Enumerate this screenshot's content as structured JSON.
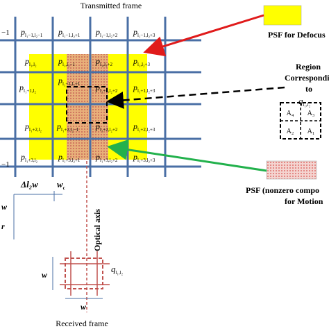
{
  "frames": {
    "transmitted": "Transmitted frame",
    "received": "Received frame"
  },
  "legend": {
    "defocus": "PSF for Defocus",
    "motion_line1": "PSF (nonzero compo",
    "motion_line2": "for Motion"
  },
  "region": {
    "line1": "Region",
    "line2": "Correspondin",
    "line3": "to",
    "q_main": "q",
    "q_sub": "l₁,l₂"
  },
  "quadrants": {
    "a4": "A₄",
    "a3": "A₃",
    "a2": "A₂",
    "a1": "A₁"
  },
  "grid_cells": {
    "r0_c0": {
      "sym": "p",
      "sub": "l₁−1,l₂−1"
    },
    "r0_c1": {
      "sym": "p",
      "sub": "l₁−1,l₂+1"
    },
    "r0_c2": {
      "sym": "p",
      "sub": "l₁−1,l₂+2"
    },
    "r0_c3": {
      "sym": "p",
      "sub": "l₁−1,l₂+3"
    },
    "r1_c0": {
      "sym": "p",
      "sub": "l₁,l₂"
    },
    "r1_c1": {
      "sym": "p",
      "sub": "l₁,l₂−1"
    },
    "r1_c2": {
      "sym": "p",
      "sub": "l₁,l₂+2"
    },
    "r1_c3": {
      "sym": "p",
      "sub": "l₁,l₂+3"
    },
    "r2_c0": {
      "sym": "p",
      "sub": "l₁+1,l₂"
    },
    "r2_c1": {
      "sym": "p",
      "sub": "l₁+1,l₂+1"
    },
    "r2_c2": {
      "sym": "p",
      "sub": "l₁+1,l₂+2"
    },
    "r2_c3": {
      "sym": "p",
      "sub": "l₁+1,l₂+3"
    },
    "r3_c0": {
      "sym": "p",
      "sub": "l₁+2,l₂"
    },
    "r3_c1": {
      "sym": "p",
      "sub": "l₁+2,l₂−1"
    },
    "r3_c2": {
      "sym": "p",
      "sub": "l₁+2,l₂+2"
    },
    "r3_c3": {
      "sym": "p",
      "sub": "l₁+2,l₂+3"
    },
    "r4_c0": {
      "sym": "p",
      "sub": "l₁+3,l₂"
    },
    "r4_c1": {
      "sym": "p",
      "sub": "l₁+3,l₂+1"
    },
    "r4_c2": {
      "sym": "p",
      "sub": "l₁+3,l₂+2"
    },
    "r4_c3": {
      "sym": "p",
      "sub": "l₁+3,l₂+3"
    }
  },
  "edge_labels": {
    "left_edge": "−1",
    "left_top": "−1"
  },
  "dims": {
    "delta": "Δl₂w",
    "wc": "w",
    "wc_sub": "c",
    "w_left": "w",
    "wr": "r",
    "w_vert": "w",
    "w_horiz": "w"
  },
  "optical_axis": "Optical axis",
  "q_received": {
    "main": "q",
    "sub": "l₁,l₂"
  },
  "colors": {
    "grid_line": "#4a6fa5",
    "defocus_fill": "#ffff00",
    "motion_fill": "#e4a3a0",
    "arrow_red": "#e01b1b",
    "arrow_green": "#22b14c",
    "dash_brown": "#c0504d"
  }
}
